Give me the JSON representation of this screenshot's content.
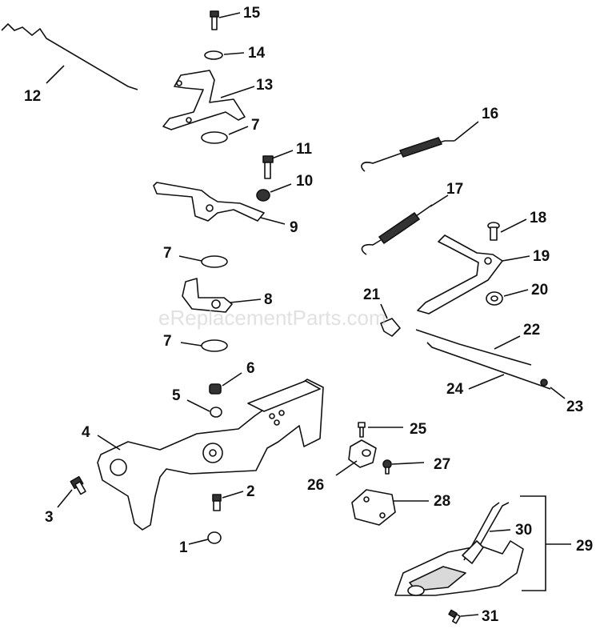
{
  "watermark": "eReplacementParts.com",
  "callouts": [
    "1",
    "2",
    "3",
    "4",
    "5",
    "6",
    "7",
    "7",
    "7",
    "8",
    "9",
    "10",
    "11",
    "12",
    "13",
    "14",
    "15",
    "16",
    "17",
    "18",
    "19",
    "20",
    "21",
    "22",
    "23",
    "24",
    "25",
    "26",
    "27",
    "28",
    "29",
    "30",
    "31"
  ]
}
